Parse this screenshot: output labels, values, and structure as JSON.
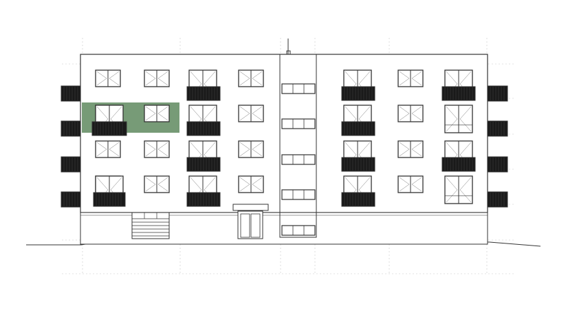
{
  "drawing": {
    "type": "building-elevation",
    "floors": 4,
    "highlight": {
      "color": "#5f8a5f",
      "opacity": 0.85
    },
    "colors": {
      "line": "#333333",
      "balcony": "#1a1a1a",
      "grid": "#c8c8c8",
      "background": "#ffffff"
    },
    "icons": [
      "window-icon",
      "balcony-icon",
      "door-icon",
      "garage-door-icon",
      "antenna-icon"
    ]
  }
}
